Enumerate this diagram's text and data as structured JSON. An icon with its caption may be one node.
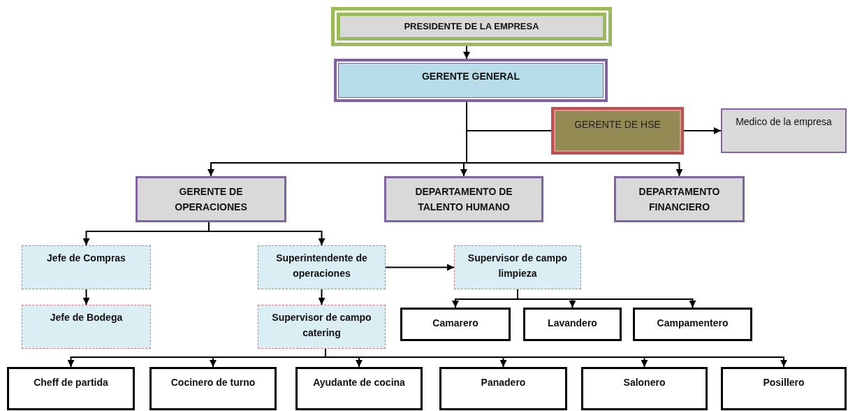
{
  "diagram": {
    "nodes": [
      {
        "text": [
          "PRESIDENTE DE LA EMPRESA"
        ]
      },
      {
        "text": [
          "GERENTE GENERAL"
        ]
      },
      {
        "text": [
          "GERENTE DE HSE"
        ]
      },
      {
        "text": [
          "Medico de la empresa"
        ]
      },
      {
        "text": [
          "GERENTE DE OPERACIONES"
        ]
      },
      {
        "text": [
          "DEPARTAMENTO DE TALENTO HUMANO"
        ]
      },
      {
        "text": [
          "DEPARTAMENTO FINANCIERO"
        ]
      },
      {
        "text": [
          "Jefe de Compras"
        ]
      },
      {
        "text": [
          "Superintendente de operaciones"
        ]
      },
      {
        "text": [
          "Supervisor de campo limpieza"
        ]
      },
      {
        "text": [
          "Jefe de Bodega"
        ]
      },
      {
        "text": [
          "Supervisor de campo catering"
        ]
      },
      {
        "text": [
          "Camarero"
        ]
      },
      {
        "text": [
          "Lavandero"
        ]
      },
      {
        "text": [
          "Campamentero"
        ]
      },
      {
        "text": [
          "Cheff de partida"
        ]
      },
      {
        "text": [
          "Cocinero de turno"
        ]
      },
      {
        "text": [
          "Ayudante de cocina"
        ]
      },
      {
        "text": [
          "Panadero"
        ]
      },
      {
        "text": [
          "Salonero"
        ]
      },
      {
        "text": [
          "Posillero"
        ]
      }
    ],
    "edges": [
      {
        "from": 0,
        "to": 1,
        "arrow": "to"
      },
      {
        "from": 1,
        "to": 2,
        "arrow": "none"
      },
      {
        "from": 2,
        "to": 3,
        "arrow": "to"
      },
      {
        "from": 1,
        "to": 4,
        "arrow": "to"
      },
      {
        "from": 1,
        "to": 5,
        "arrow": "to"
      },
      {
        "from": 1,
        "to": 6,
        "arrow": "to"
      },
      {
        "from": 4,
        "to": 7,
        "arrow": "to"
      },
      {
        "from": 4,
        "to": 8,
        "arrow": "to"
      },
      {
        "from": 7,
        "to": 10,
        "arrow": "to"
      },
      {
        "from": 8,
        "to": 11,
        "arrow": "to"
      },
      {
        "from": 8,
        "to": 9,
        "arrow": "to"
      },
      {
        "from": 9,
        "to": 12,
        "arrow": "to"
      },
      {
        "from": 9,
        "to": 13,
        "arrow": "to"
      },
      {
        "from": 9,
        "to": 14,
        "arrow": "to"
      },
      {
        "from": 11,
        "to": 15,
        "arrow": "to"
      },
      {
        "from": 11,
        "to": 16,
        "arrow": "to"
      },
      {
        "from": 11,
        "to": 17,
        "arrow": "to"
      },
      {
        "from": 11,
        "to": 18,
        "arrow": "to"
      },
      {
        "from": 11,
        "to": 19,
        "arrow": "to"
      },
      {
        "from": 11,
        "to": 20,
        "arrow": "to"
      }
    ]
  }
}
